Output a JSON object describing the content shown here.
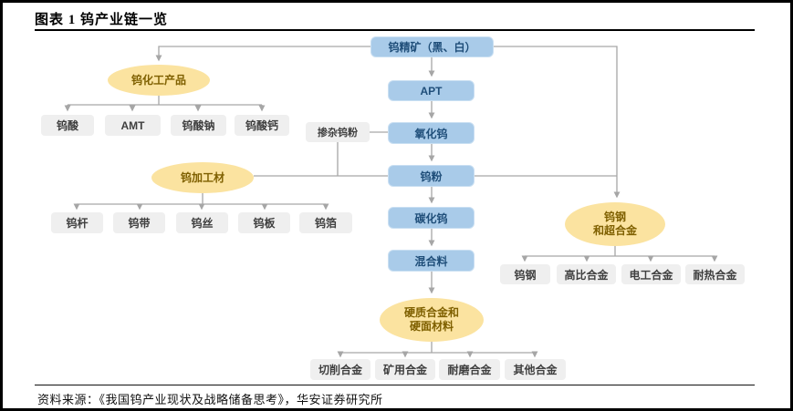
{
  "header": {
    "title": "图表 1 钨产业链一览"
  },
  "footer": {
    "source": "资料来源：《我国钨产业现状及战略储备思考》，华安证券研究所"
  },
  "colors": {
    "blue-fill": "#A9CBE9",
    "blue-text": "#1F4E79",
    "yellow-fill": "#FBE3A0",
    "yellow-text": "#7F6000",
    "gray-fill": "#EFEFEF",
    "gray-text": "#3F3F3F",
    "line": "#A6A6A6"
  },
  "diagram": {
    "main_chain": [
      "钨精矿（黑、白）",
      "APT",
      "氧化钨",
      "钨粉",
      "碳化钨",
      "混合料"
    ],
    "side_input": "掺杂钨粉",
    "groups": {
      "chem": {
        "label": "钨化工产品",
        "children": [
          "钨酸",
          "AMT",
          "钨酸钠",
          "钨酸钙"
        ]
      },
      "processed": {
        "label": "钨加工材",
        "children": [
          "钨杆",
          "钨带",
          "钨丝",
          "钨板",
          "钨箔"
        ]
      },
      "steel": {
        "label_line1": "钨钢",
        "label_line2": "和超合金",
        "children": [
          "钨钢",
          "高比合金",
          "电工合金",
          "耐热合金"
        ]
      },
      "hardface": {
        "label_line1": "硬质合金和",
        "label_line2": "硬面材料",
        "children": [
          "切削合金",
          "矿用合金",
          "耐磨合金",
          "其他合金"
        ]
      }
    }
  }
}
